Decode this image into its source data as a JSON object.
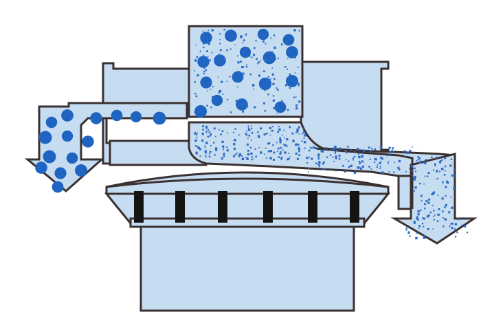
{
  "diagram": {
    "subject": "vibrating-sieve-separator-cross-section",
    "colors": {
      "background": "#ffffff",
      "body_fill": "#c6dcf1",
      "outline": "#3a3030",
      "coarse_particle": "#1e64c0",
      "fine_particle": "#2c6bc4",
      "support_block": "#141414"
    },
    "flows": [
      {
        "name": "oversize-material",
        "exit": "left-outlet",
        "particle": "coarse"
      },
      {
        "name": "undersize-material",
        "exit": "right-outlet",
        "particle": "fine"
      }
    ],
    "components": [
      "feed-hopper",
      "upper-frame",
      "screen-mesh",
      "support-springs",
      "base-housing",
      "left-outlet-chute",
      "right-outlet-chute"
    ]
  }
}
